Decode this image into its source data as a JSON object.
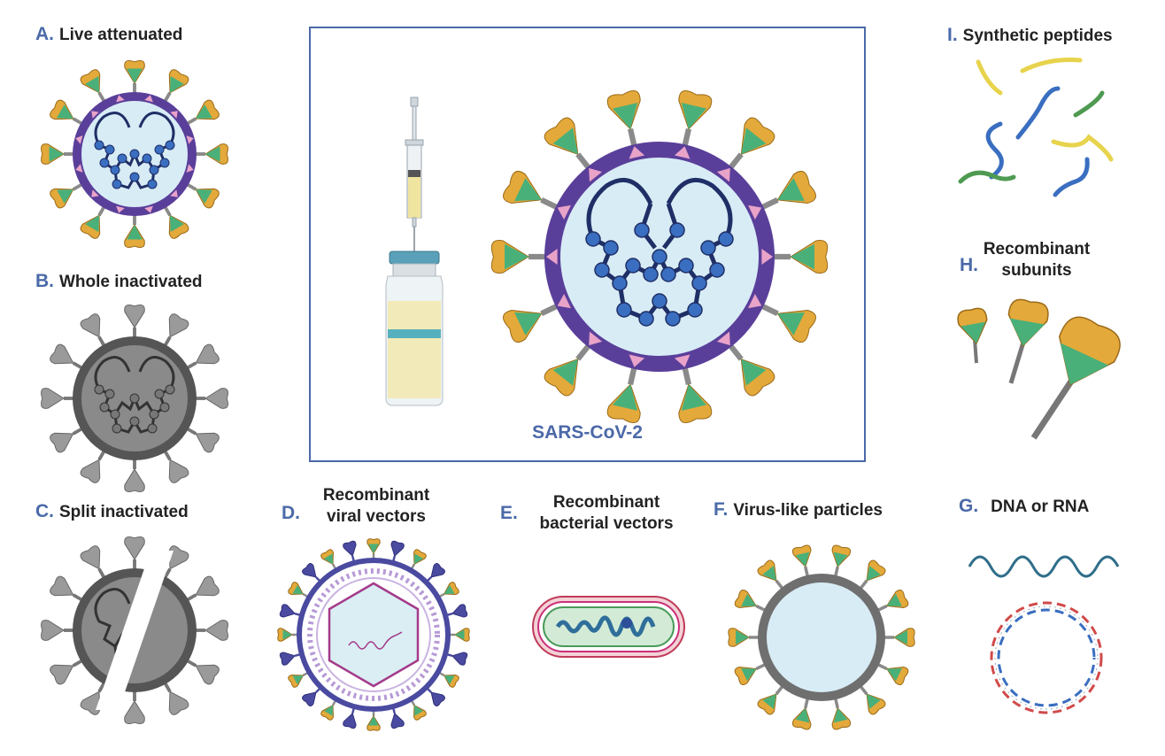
{
  "panels": {
    "a": {
      "letter": "A.",
      "label": "Live attenuated"
    },
    "b": {
      "letter": "B.",
      "label": "Whole inactivated"
    },
    "c": {
      "letter": "C.",
      "label": "Split inactivated"
    },
    "d": {
      "letter": "D.",
      "label_line1": "Recombinant",
      "label_line2": "viral vectors"
    },
    "e": {
      "letter": "E.",
      "label_line1": "Recombinant",
      "label_line2": "bacterial vectors"
    },
    "f": {
      "letter": "F.",
      "label": "Virus-like particles"
    },
    "g": {
      "letter": "G.",
      "label": "DNA or RNA"
    },
    "h": {
      "letter": "H.",
      "label_line1": "Recombinant",
      "label_line2": "subunits"
    },
    "i": {
      "letter": "I.",
      "label": "Synthetic peptides"
    }
  },
  "center": {
    "label": "SARS-CoV-2"
  },
  "colors": {
    "accent_blue": "#4b68a8",
    "envelope_purple": "#5b3f99",
    "spike_orange": "#e3a93a",
    "spike_green": "#49b07a",
    "inner_light": "#d8ecf6",
    "rna_blue": "#3a6ec0",
    "inactivated_gray": "#666666",
    "peptide_yellow": "#e7d34c",
    "peptide_green": "#4f9a52"
  }
}
